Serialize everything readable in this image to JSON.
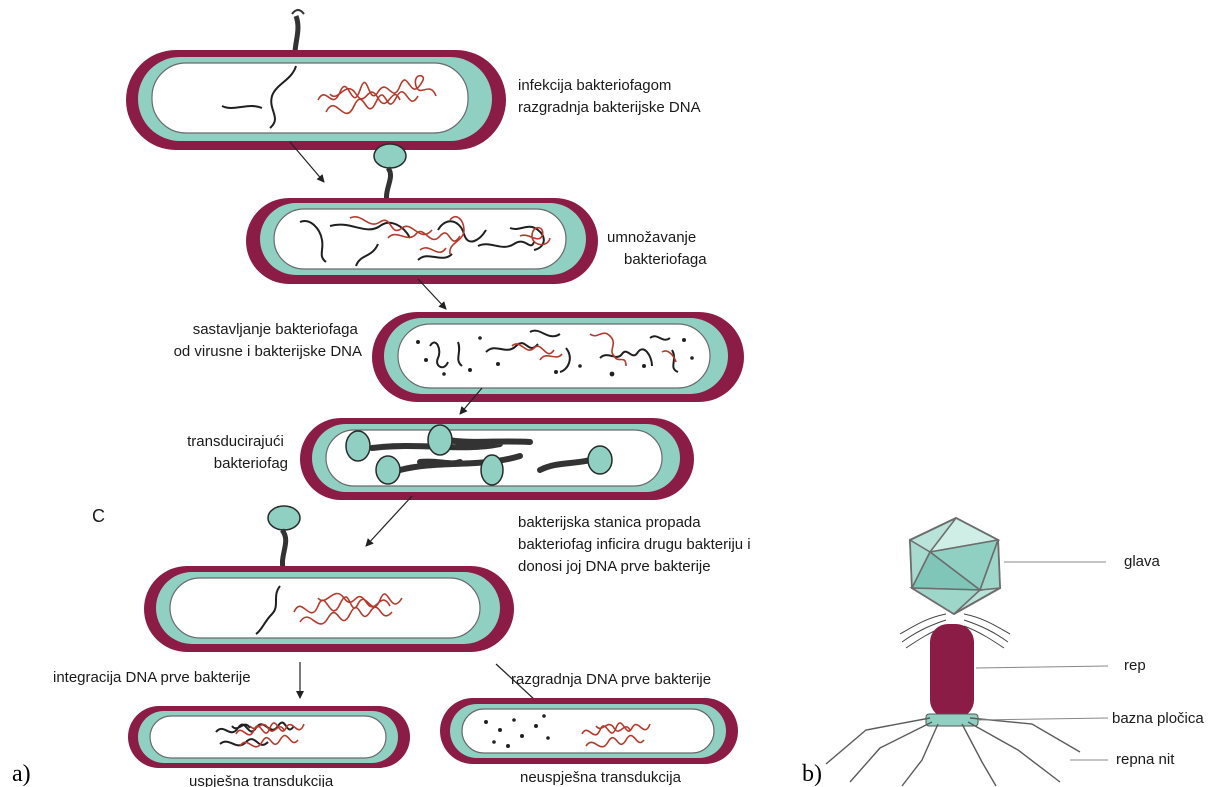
{
  "panel_a": {
    "marker": "a)",
    "stray_letter": "C",
    "steps": [
      {
        "label_lines": [
          "infekcija bakteriofagom",
          "razgradnja bakterijske DNA"
        ]
      },
      {
        "label_lines": [
          "umnožavanje",
          "bakteriofaga"
        ]
      },
      {
        "label_lines": [
          "sastavljanje bakteriofaga",
          "od virusne i bakterijske DNA"
        ]
      },
      {
        "label_lines": [
          "transducirajući",
          "bakteriofag"
        ]
      },
      {
        "label_lines": [
          "bakterijska stanica propada",
          "bakteriofag inficira drugu bakteriju i",
          "donosi joj DNA prve bakterije"
        ]
      }
    ],
    "branches": {
      "left": {
        "top_label": "integracija DNA prve bakterije",
        "bottom_label": "uspješna transdukcija"
      },
      "right": {
        "top_label": "razgradnja DNA prve bakterije",
        "bottom_label": "neuspješna transdukcija"
      }
    }
  },
  "panel_b": {
    "marker": "b)",
    "parts": [
      "glava",
      "rep",
      "bazna pločica",
      "repna nit"
    ]
  },
  "colors": {
    "membrane_outer": "#8b1c45",
    "membrane_inner": "#8fd0c3",
    "bacterial_dna": "#b53a2c",
    "viral_dna": "#1f1f1f"
  }
}
